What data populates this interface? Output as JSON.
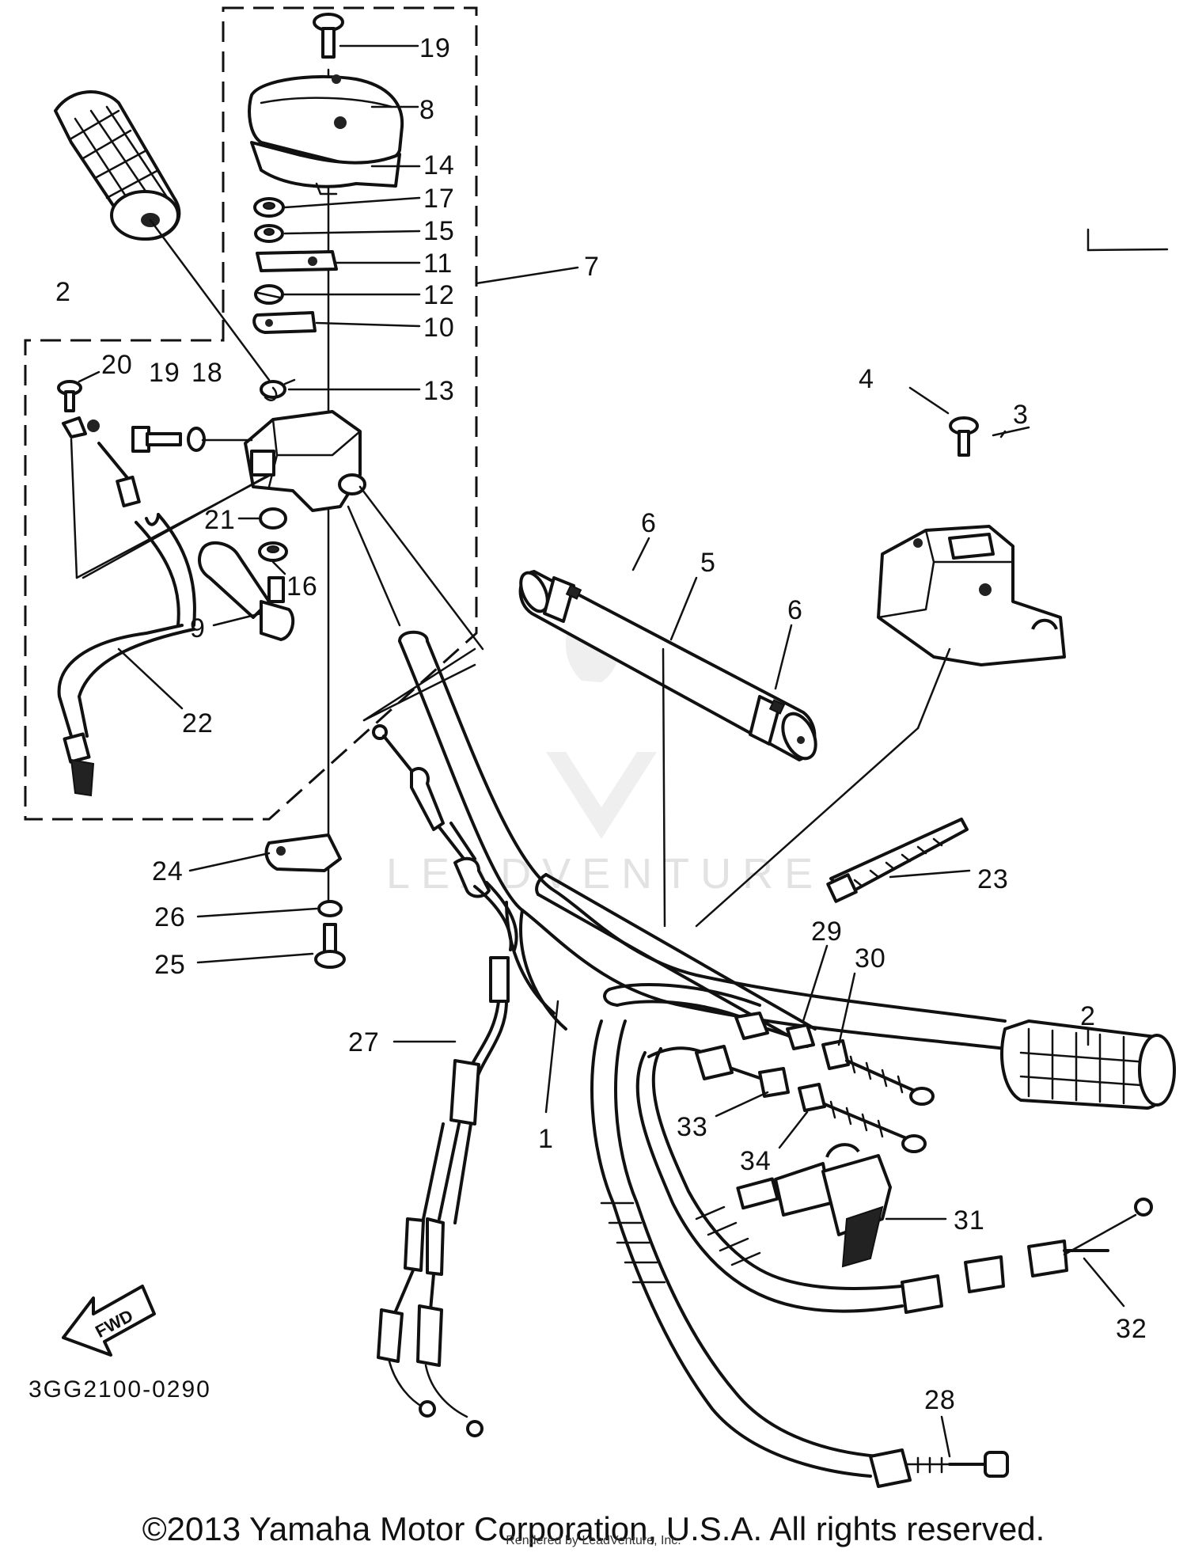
{
  "diagram": {
    "part_code": "3GG2100-0290",
    "fwd_label": "FWD",
    "watermark": "LEADVENTURE",
    "copyright": "©2013 Yamaha Motor Corporation, U.S.A. All rights reserved.",
    "rendered_by": "Rendered by LeadVenture, Inc.",
    "callouts": {
      "c1": "1",
      "c2a": "2",
      "c2b": "2",
      "c3": "3",
      "c4": "4",
      "c5": "5",
      "c6a": "6",
      "c6b": "6",
      "c7": "7",
      "c8": "8",
      "c9": "9",
      "c10": "10",
      "c11": "11",
      "c12": "12",
      "c13": "13",
      "c14": "14",
      "c15": "15",
      "c16": "16",
      "c17": "17",
      "c18": "18",
      "c19a": "19",
      "c19b": "19",
      "c20": "20",
      "c21": "21",
      "c22": "22",
      "c23": "23",
      "c24": "24",
      "c25": "25",
      "c26": "26",
      "c27": "27",
      "c28": "28",
      "c29": "29",
      "c30": "30",
      "c31": "31",
      "c32": "32",
      "c33": "33",
      "c34": "34"
    }
  }
}
